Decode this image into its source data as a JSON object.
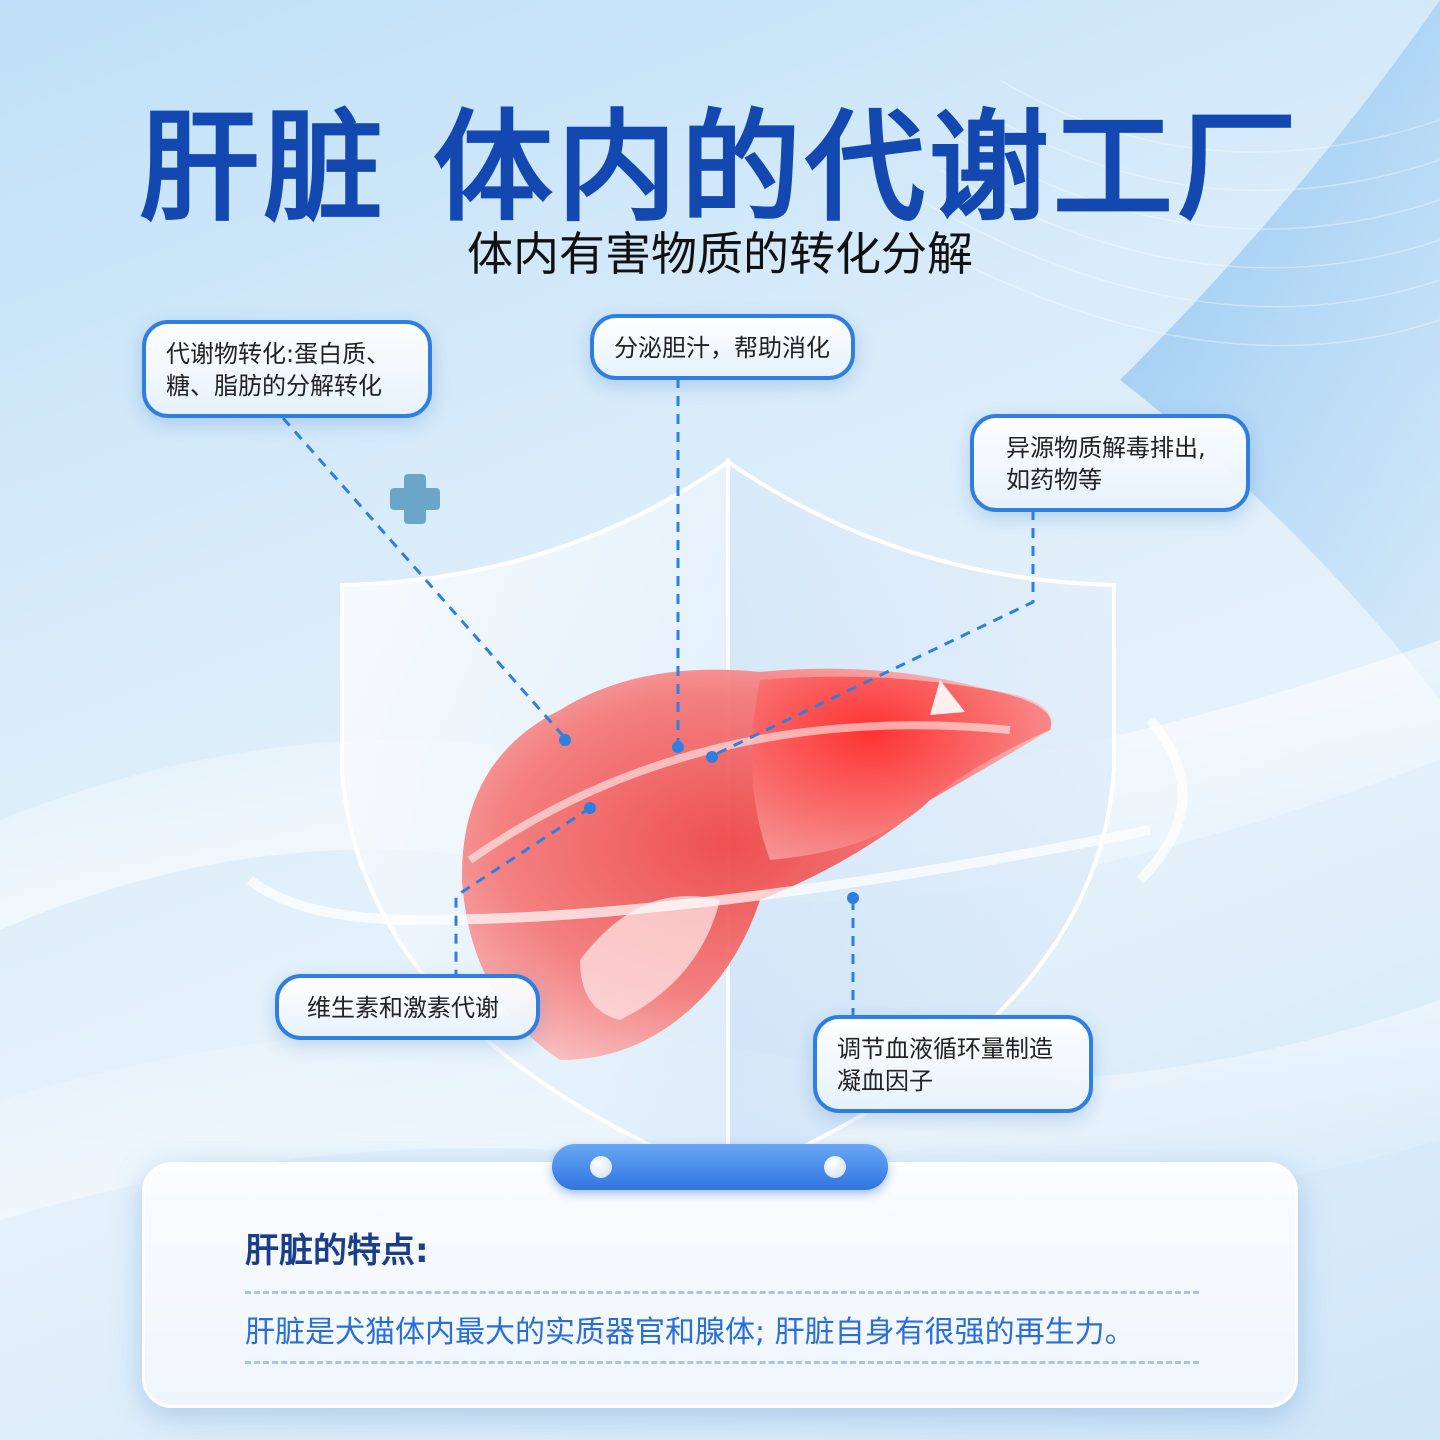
{
  "title": "肝脏  体内的代谢工厂",
  "subtitle": "体内有害物质的转化分解",
  "callouts": {
    "metabolism": {
      "line1": "代谢物转化:蛋白质、",
      "line2": "糖、脂肪的分解转化"
    },
    "bile": {
      "line1": "分泌胆汁，帮助消化"
    },
    "detox": {
      "line1": "异源物质解毒排出,",
      "line2": "如药物等"
    },
    "vitamin": {
      "line1": "维生素和激素代谢"
    },
    "blood": {
      "line1": "调节血液循环量制造",
      "line2": "凝血因子"
    }
  },
  "panel": {
    "heading": "肝脏的特点:",
    "text": "肝脏是犬猫体内最大的实质器官和腺体; 肝脏自身有很强的再生力。"
  },
  "colors": {
    "title": "#1248b0",
    "accent": "#2f7fe0",
    "liver": "#f05a5a"
  },
  "icons": {
    "plus": "plus-icon",
    "shield": "shield-illustration",
    "liver": "liver-illustration"
  }
}
